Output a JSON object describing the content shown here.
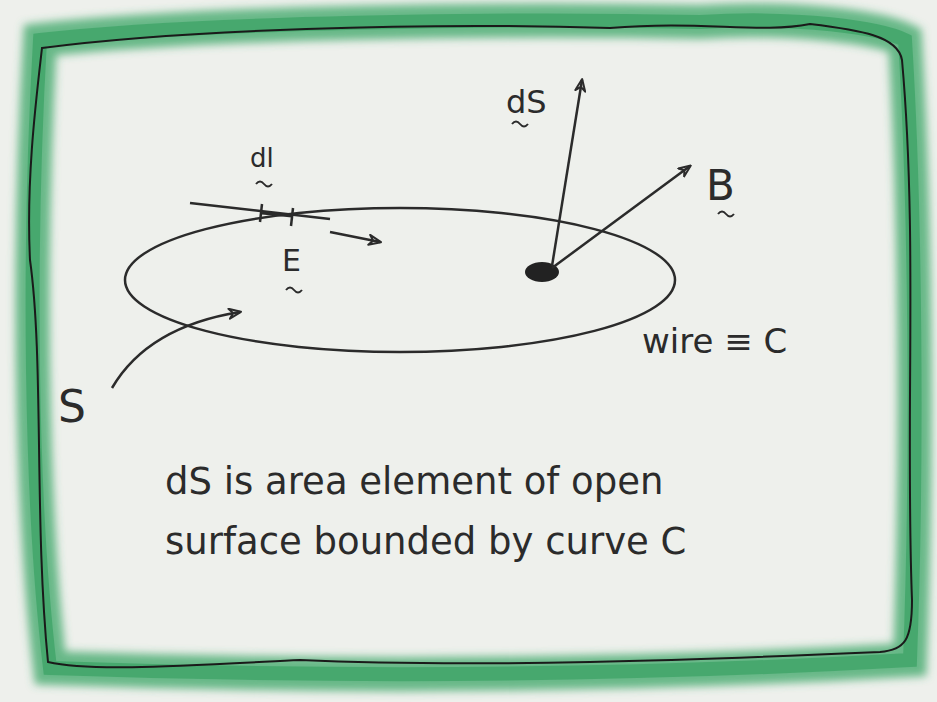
{
  "diagram": {
    "labels": [
      "dl",
      "dS",
      "B",
      "E",
      "S",
      "wire ≡ C",
      "dS is area element of open surface bounded by curve C"
    ]
  }
}
